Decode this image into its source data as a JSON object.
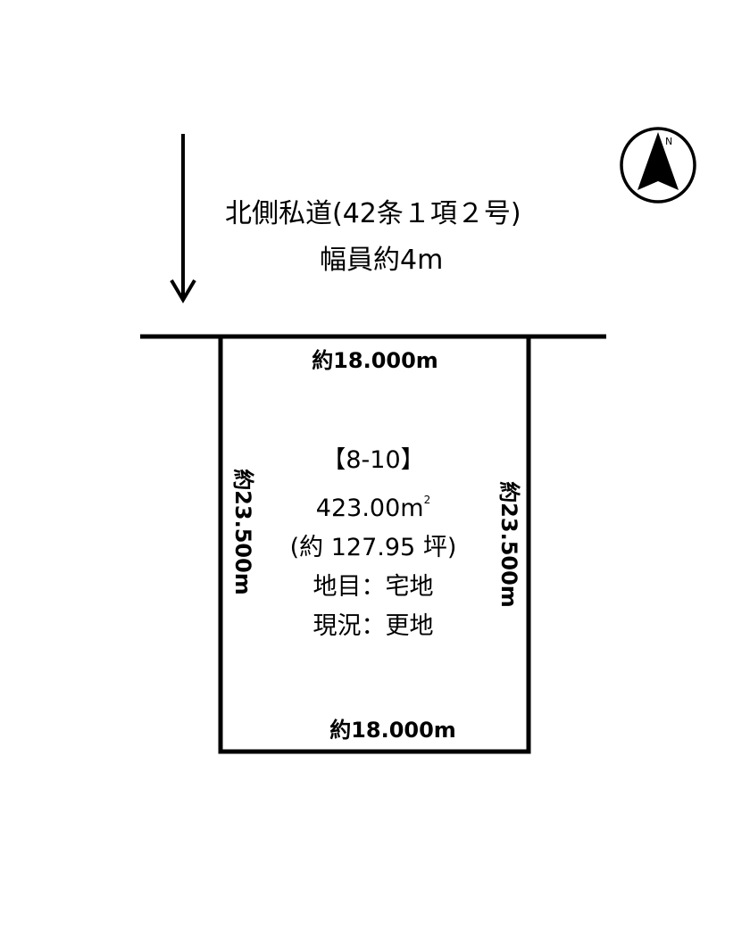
{
  "road": {
    "line1": "北側私道(42条１項２号)",
    "line2": "幅員約4m"
  },
  "compass": {
    "north_letter": "N"
  },
  "dimensions": {
    "top": "約18.000m",
    "bottom": "約18.000m",
    "left": "約23.500m",
    "right": "約23.500m"
  },
  "lot": {
    "id": "【8-10】",
    "area_value": "423.00m",
    "area_unit_sup": "2",
    "area_tsubo": "(約 127.95 坪)",
    "land_category": "地目：宅地",
    "current_status": "現況：更地"
  }
}
